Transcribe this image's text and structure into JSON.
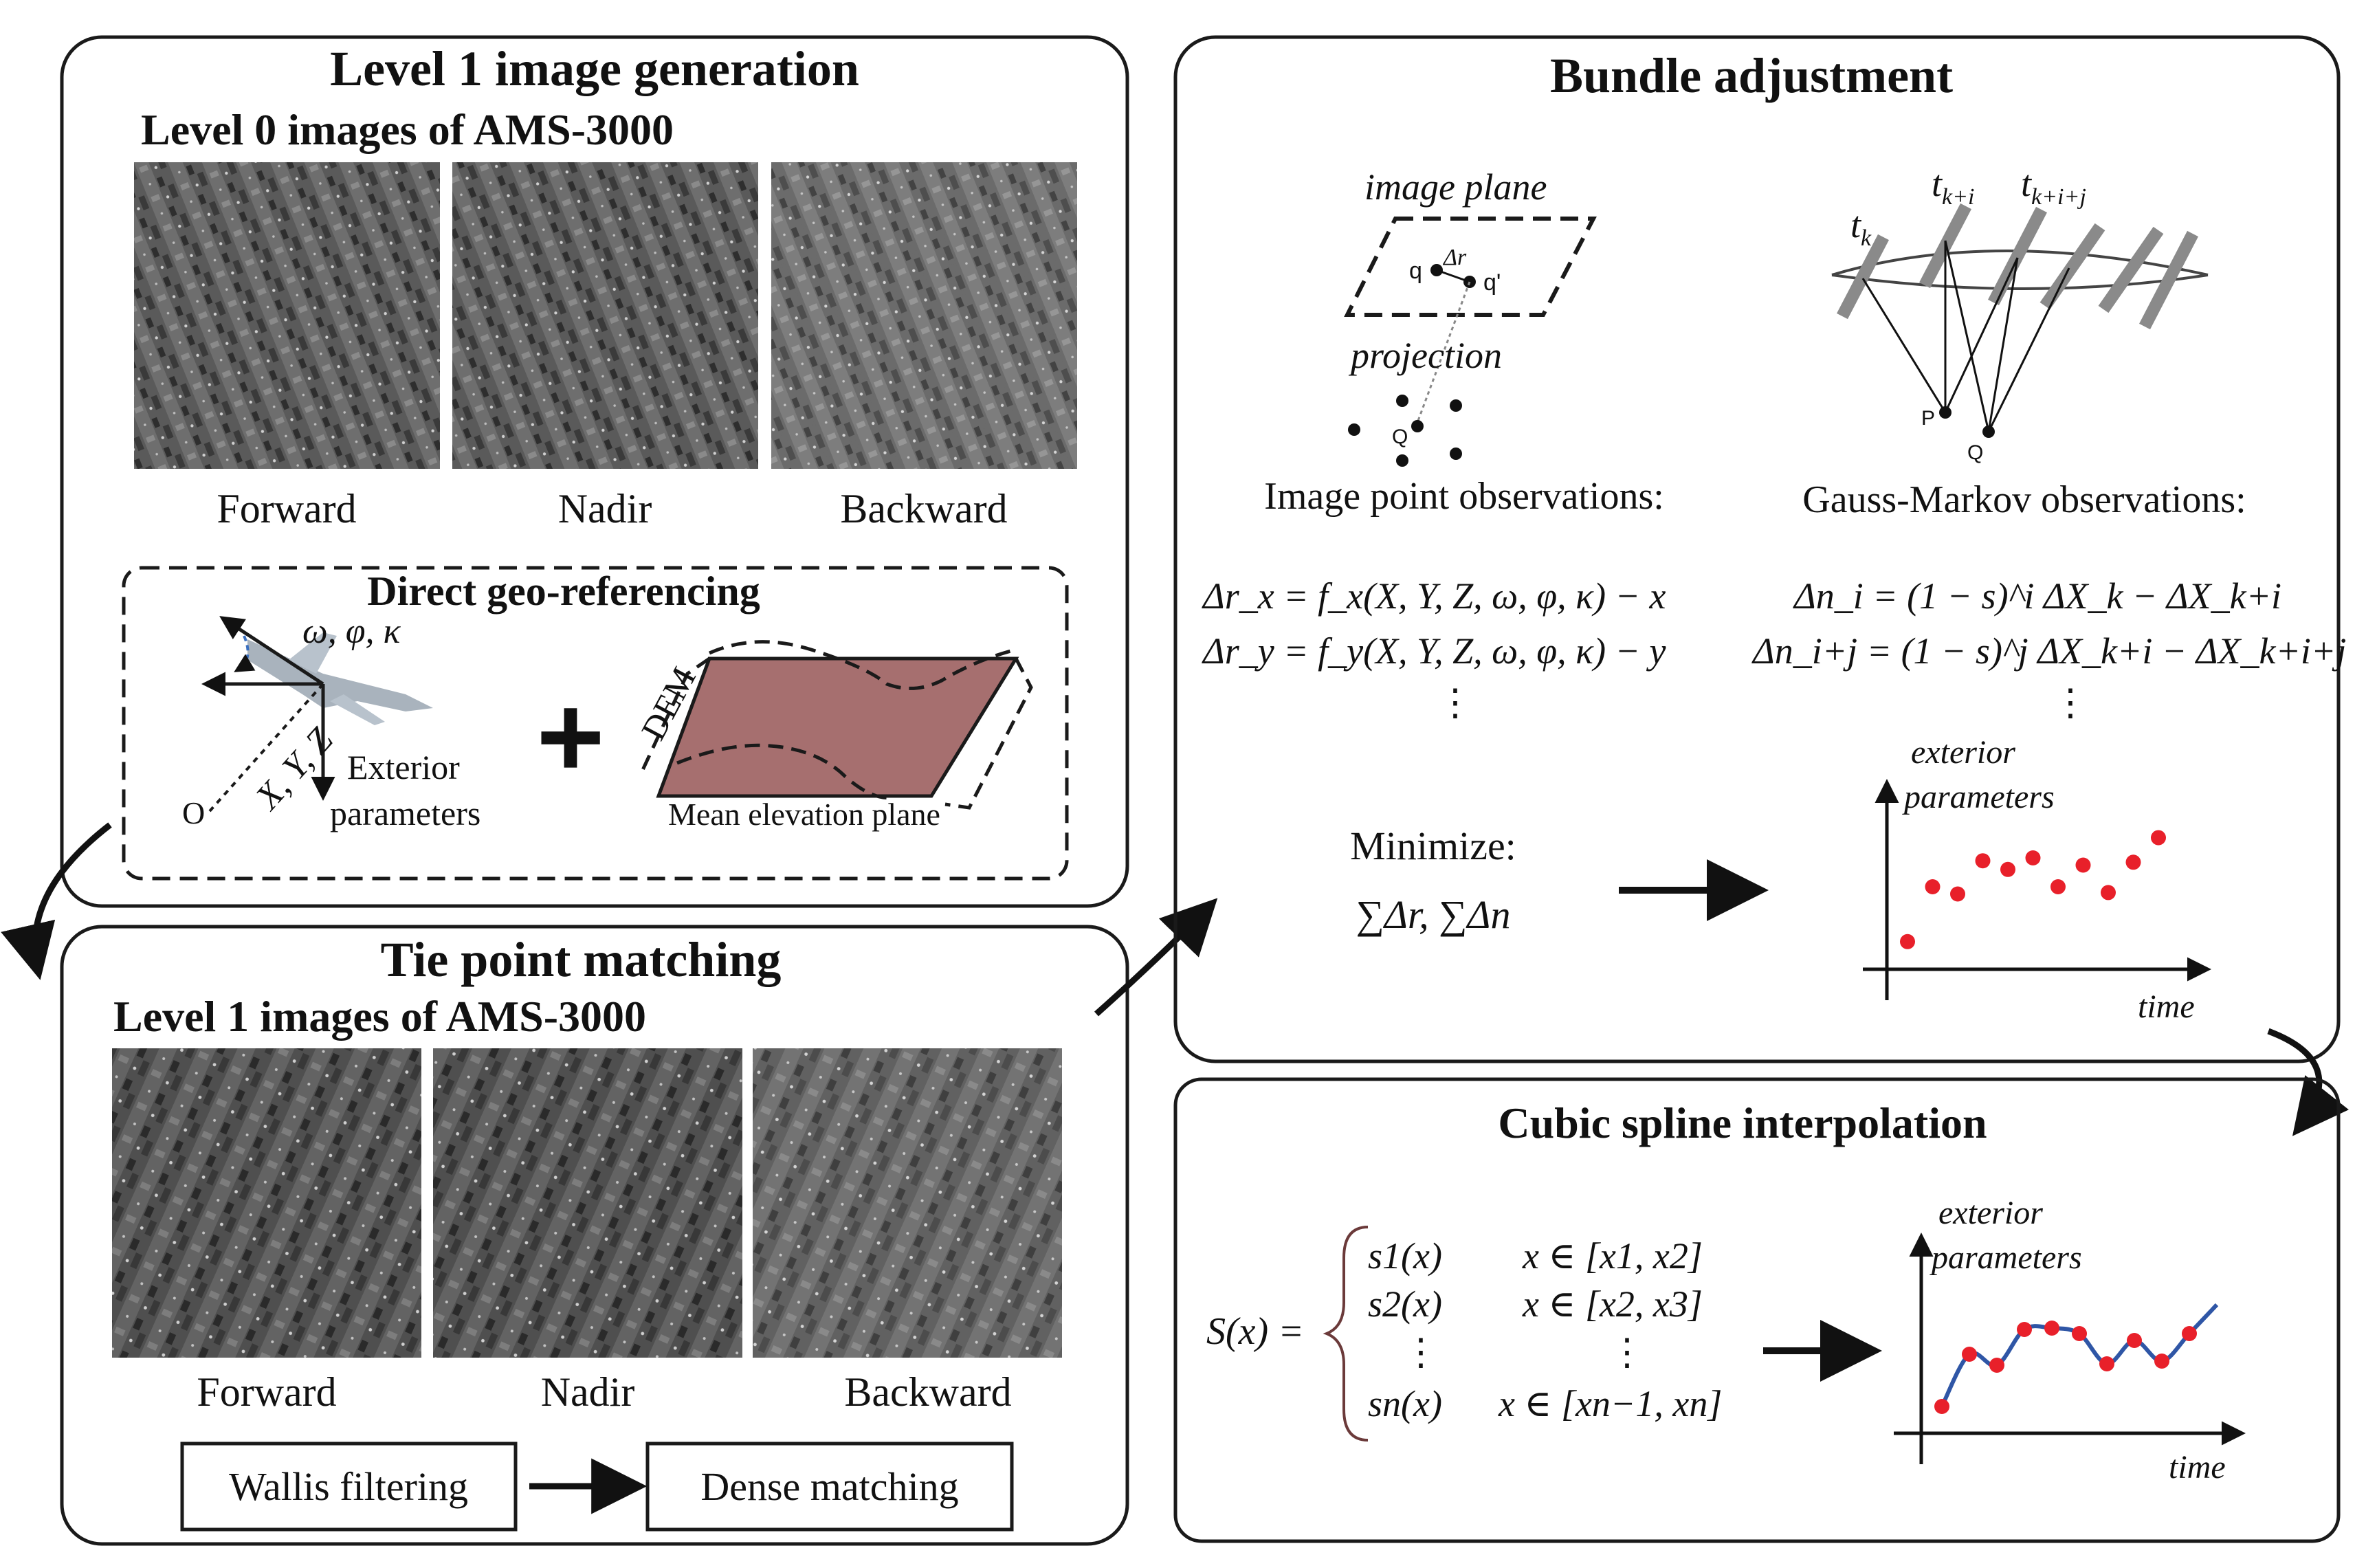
{
  "colors": {
    "stroke": "#1a1a1a",
    "dem_fill": "#a67070",
    "red_points": "#e8202a",
    "spline_blue": "#2f56a6",
    "grey_bars": "#8a8a8a",
    "plane_grey": "#9aa4ae",
    "axis_blue": "#3a6fbf"
  },
  "icons": [
    "plane-icon",
    "dense-matching-arrow-icon"
  ],
  "level1_panel": {
    "title": "Level 1 image generation",
    "subtitle": "Level 0 images of AMS-3000",
    "images": [
      {
        "label": "Forward"
      },
      {
        "label": "Nadir"
      },
      {
        "label": "Backward"
      }
    ],
    "direct_georef": {
      "title": "Direct geo-referencing",
      "angles": "ω, φ, κ",
      "position": "X, Y, Z",
      "origin": "O",
      "exterior_line1": "Exterior",
      "exterior_line2": "parameters",
      "plus": "+",
      "dem_label": "DEM",
      "plane_label": "Mean elevation plane"
    }
  },
  "tie_panel": {
    "title": "Tie point matching",
    "subtitle": "Level 1 images of AMS-3000",
    "images": [
      {
        "label": "Forward"
      },
      {
        "label": "Nadir"
      },
      {
        "label": "Backward"
      }
    ],
    "wallis_label": "Wallis filtering",
    "dense_label": "Dense matching"
  },
  "bundle_panel": {
    "title": "Bundle adjustment",
    "image_plane_label": "image plane",
    "q_label": "q",
    "qprime_label": "q'",
    "dr_label": "Δr",
    "projection_label": "projection",
    "Q_label": "Q",
    "P_label": "P",
    "Q2_label": "Q",
    "tk_label": "t",
    "tk_sub": "k",
    "tki_label": "t",
    "tki_sub": "k+i",
    "tkij_label": "t",
    "tkij_sub": "k+i+j",
    "image_obs_label": "Image point observations:",
    "gm_obs_label": "Gauss-Markov observations:",
    "eq_rx": "Δr_x = f_x(X, Y, Z, ω, φ, κ) − x",
    "eq_ry": "Δr_y = f_y(X, Y, Z, ω, φ, κ) − y",
    "eq_ni": "Δn_i = (1 − s)^i ΔX_k − ΔX_k+i",
    "eq_nij": "Δn_i+j = (1 − s)^j ΔX_k+i − ΔX_k+i+j",
    "vdots": "⋮",
    "minimize_label": "Minimize:",
    "minimize_expr": "∑Δr, ∑Δn",
    "plot_y_line1": "exterior",
    "plot_y_line2": "parameters",
    "plot_x": "time"
  },
  "spline_panel": {
    "title": "Cubic spline interpolation",
    "lhs": "S(x) =",
    "rows": [
      {
        "fn": "s1(x)",
        "dom": "x ∈ [x1, x2]"
      },
      {
        "fn": "s2(x)",
        "dom": "x ∈ [x2, x3]"
      },
      {
        "fn": "⋮",
        "dom": "⋮"
      },
      {
        "fn": "sn(x)",
        "dom": "x ∈ [xn−1, xn]"
      }
    ],
    "plot_y_line1": "exterior",
    "plot_y_line2": "parameters",
    "plot_x": "time"
  },
  "chart_data": [
    {
      "type": "scatter",
      "xlabel": "time",
      "ylabel": "exterior parameters",
      "points": [
        [
          1,
          1.2
        ],
        [
          2,
          5.0
        ],
        [
          3,
          4.5
        ],
        [
          4,
          6.8
        ],
        [
          5,
          6.2
        ],
        [
          6,
          7.0
        ],
        [
          7,
          5.0
        ],
        [
          8,
          6.5
        ],
        [
          9,
          4.6
        ],
        [
          10,
          6.7
        ],
        [
          11,
          8.4
        ]
      ]
    },
    {
      "type": "line",
      "xlabel": "time",
      "ylabel": "exterior parameters",
      "points": [
        [
          1,
          1.2
        ],
        [
          2,
          5.0
        ],
        [
          3,
          4.2
        ],
        [
          4,
          6.8
        ],
        [
          5,
          6.9
        ],
        [
          6,
          6.5
        ],
        [
          7,
          4.3
        ],
        [
          8,
          6.0
        ],
        [
          9,
          4.5
        ],
        [
          10,
          6.5
        ],
        [
          11,
          8.6
        ]
      ]
    }
  ]
}
